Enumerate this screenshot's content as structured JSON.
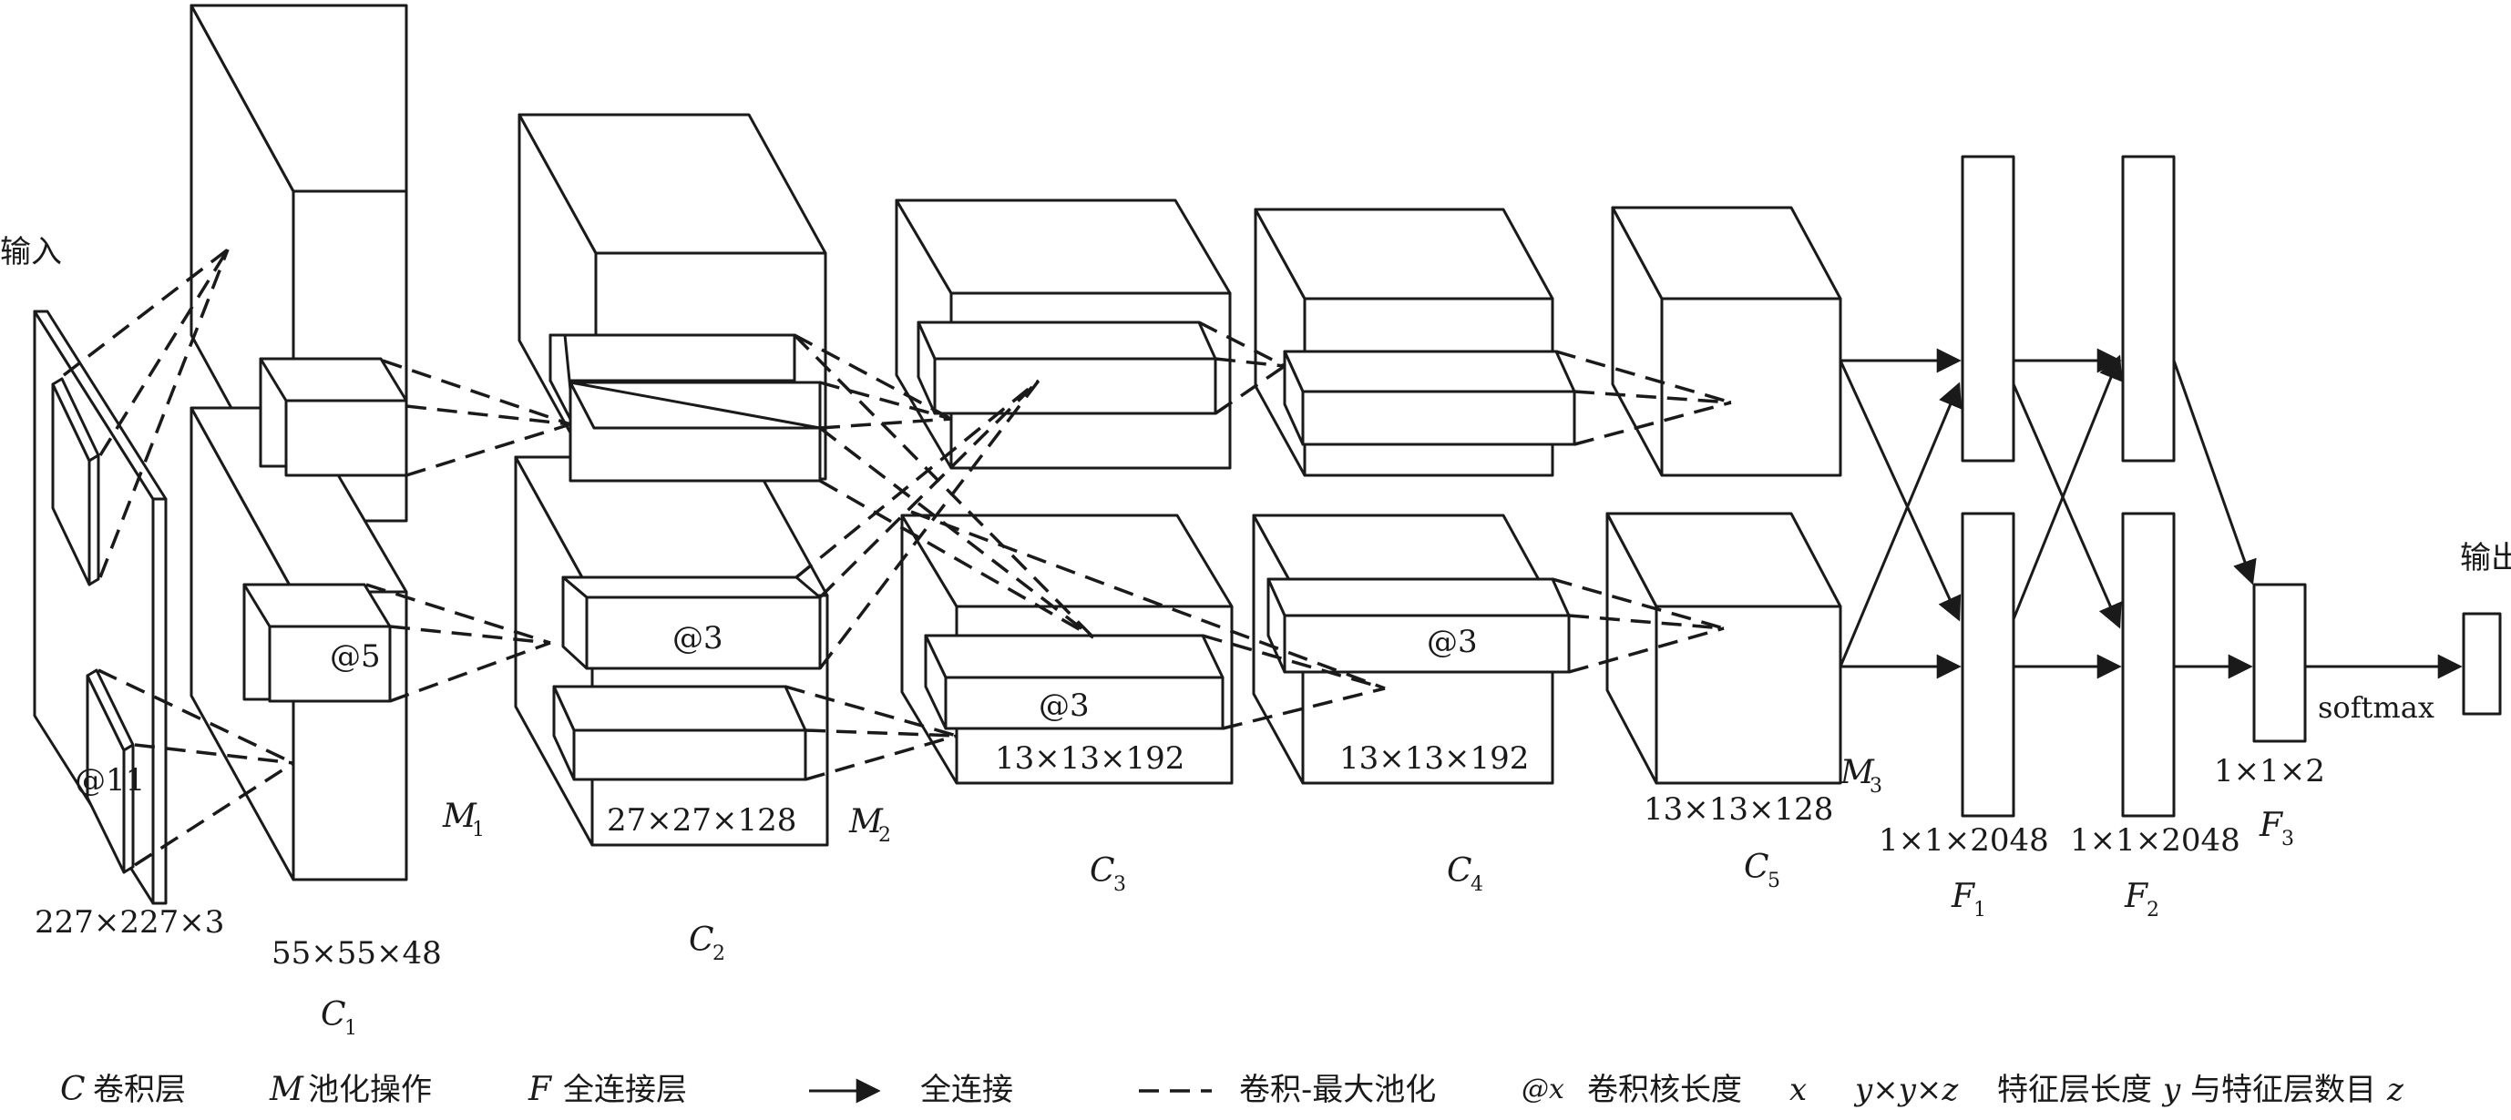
{
  "input": {
    "label": "输入",
    "size": "227×227×3",
    "kernel": "@11"
  },
  "output": {
    "label": "输出",
    "activation": "softmax",
    "size": "1×1×2"
  },
  "conv_layers": [
    {
      "name": "C",
      "sub": "1",
      "size": "55×55×48",
      "kernel": "@5"
    },
    {
      "name": "C",
      "sub": "2",
      "size": "27×27×128",
      "kernel": "@3"
    },
    {
      "name": "C",
      "sub": "3",
      "size": "13×13×192",
      "kernel": "@3"
    },
    {
      "name": "C",
      "sub": "4",
      "size": "13×13×192",
      "kernel": "@3"
    },
    {
      "name": "C",
      "sub": "5",
      "size": "13×13×128"
    }
  ],
  "pool_layers": [
    {
      "name": "M",
      "sub": "1"
    },
    {
      "name": "M",
      "sub": "2"
    },
    {
      "name": "M",
      "sub": "3"
    }
  ],
  "fc_layers": [
    {
      "name": "F",
      "sub": "1",
      "size": "1×1×2048"
    },
    {
      "name": "F",
      "sub": "2",
      "size": "1×1×2048"
    },
    {
      "name": "F",
      "sub": "3",
      "size": "1×1×2"
    }
  ],
  "legend": {
    "conv_key": "C",
    "conv_text": "卷积层",
    "pool_key": "M",
    "pool_text": "池化操作",
    "fc_key": "F",
    "fc_text": "全连接层",
    "arrow_text": "全连接",
    "dashed_text": "卷积-最大池化",
    "kernel_key": "@x",
    "kernel_text": "卷积核长度",
    "kernel_var": "x",
    "feature_key": "y×y×z",
    "feature_text_1": "特征层长度",
    "feature_var_y": "y",
    "feature_text_2": "与特征层数目",
    "feature_var_z": "z"
  },
  "colors": {
    "line": "#1a1a1a",
    "background": "#ffffff"
  }
}
